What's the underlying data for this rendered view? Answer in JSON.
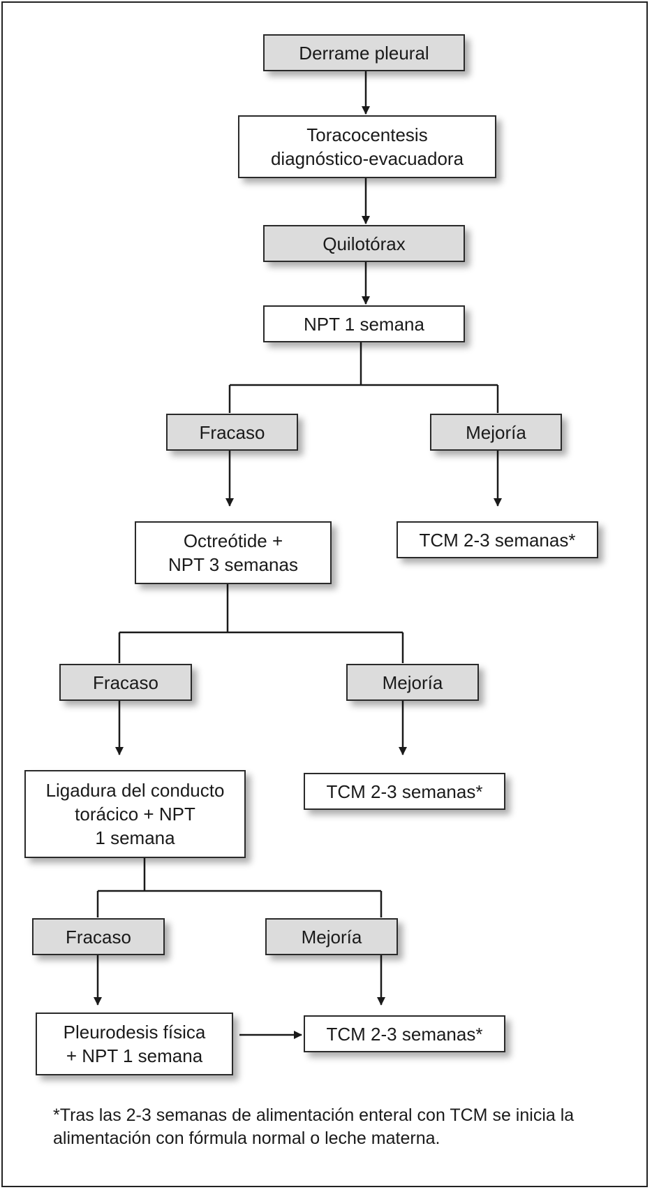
{
  "nodes": {
    "derrame": {
      "text": "Derrame pleural",
      "style": "gray"
    },
    "toraco": {
      "text": "Toracocentesis\ndiagnóstico-evacuadora",
      "style": "white"
    },
    "quilotorax": {
      "text": "Quilotórax",
      "style": "gray"
    },
    "npt1": {
      "text": "NPT 1 semana",
      "style": "white"
    },
    "fracaso1": {
      "text": "Fracaso",
      "style": "gray"
    },
    "mejoria1": {
      "text": "Mejoría",
      "style": "gray"
    },
    "octreotide": {
      "text": "Octreótide +\nNPT 3 semanas",
      "style": "white"
    },
    "tcm1": {
      "text": "TCM 2-3 semanas*",
      "style": "white"
    },
    "fracaso2": {
      "text": "Fracaso",
      "style": "gray"
    },
    "mejoria2": {
      "text": "Mejoría",
      "style": "gray"
    },
    "ligadura": {
      "text": "Ligadura del conducto\ntorácico + NPT\n1 semana",
      "style": "white"
    },
    "tcm2": {
      "text": "TCM 2-3 semanas*",
      "style": "white"
    },
    "fracaso3": {
      "text": "Fracaso",
      "style": "gray"
    },
    "mejoria3": {
      "text": "Mejoría",
      "style": "gray"
    },
    "pleurodesis": {
      "text": "Pleurodesis física\n+ NPT 1 semana",
      "style": "white"
    },
    "tcm3": {
      "text": "TCM 2-3 semanas*",
      "style": "white"
    }
  },
  "edges": [
    {
      "from": "derrame",
      "to": "toraco"
    },
    {
      "from": "toraco",
      "to": "quilotorax"
    },
    {
      "from": "quilotorax",
      "to": "npt1"
    },
    {
      "from": "npt1",
      "to": "fracaso1"
    },
    {
      "from": "npt1",
      "to": "mejoria1"
    },
    {
      "from": "fracaso1",
      "to": "octreotide"
    },
    {
      "from": "mejoria1",
      "to": "tcm1"
    },
    {
      "from": "octreotide",
      "to": "fracaso2"
    },
    {
      "from": "octreotide",
      "to": "mejoria2"
    },
    {
      "from": "fracaso2",
      "to": "ligadura"
    },
    {
      "from": "mejoria2",
      "to": "tcm2"
    },
    {
      "from": "ligadura",
      "to": "fracaso3"
    },
    {
      "from": "ligadura",
      "to": "mejoria3"
    },
    {
      "from": "fracaso3",
      "to": "pleurodesis"
    },
    {
      "from": "mejoria3",
      "to": "tcm3"
    },
    {
      "from": "pleurodesis",
      "to": "tcm3"
    }
  ],
  "footnote": "*Tras las 2-3 semanas de alimentación enteral con TCM se inicia la alimentación con fórmula normal o leche materna."
}
